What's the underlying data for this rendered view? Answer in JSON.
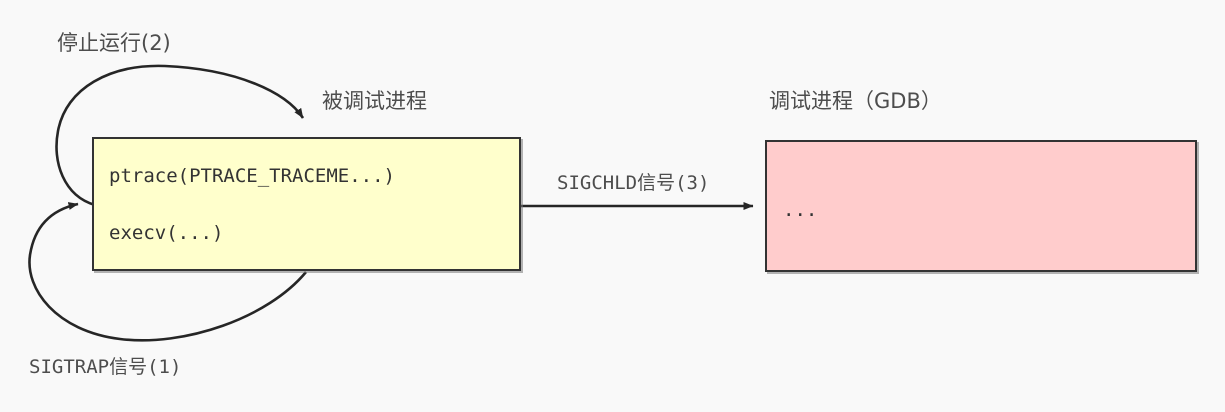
{
  "diagram": {
    "title": "ptrace GDB debugging handshake",
    "background_color": "#f9f9f9",
    "nodes": [
      {
        "id": "traced-process",
        "caption": "被调试进程",
        "fill": "#ffffcc",
        "stroke": "#333333",
        "lines": [
          "ptrace(PTRACE_TRACEME...)",
          "execv(...)"
        ]
      },
      {
        "id": "debugger-process",
        "caption": "调试进程（GDB）",
        "fill": "#ffcccc",
        "stroke": "#333333",
        "lines": [
          "..."
        ]
      }
    ],
    "edges": [
      {
        "id": "sigtrap-edge",
        "label": "SIGTRAP信号(1)",
        "from": "traced-process",
        "to": "traced-process",
        "style": "curved-self-loop"
      },
      {
        "id": "stop-running-edge",
        "label": "停止运行(2)",
        "from": "traced-process",
        "to": "traced-process",
        "style": "curved-self-loop"
      },
      {
        "id": "sigchld-edge",
        "label": "SIGCHLD信号(3)",
        "from": "traced-process",
        "to": "debugger-process",
        "style": "straight-horizontal"
      }
    ]
  }
}
